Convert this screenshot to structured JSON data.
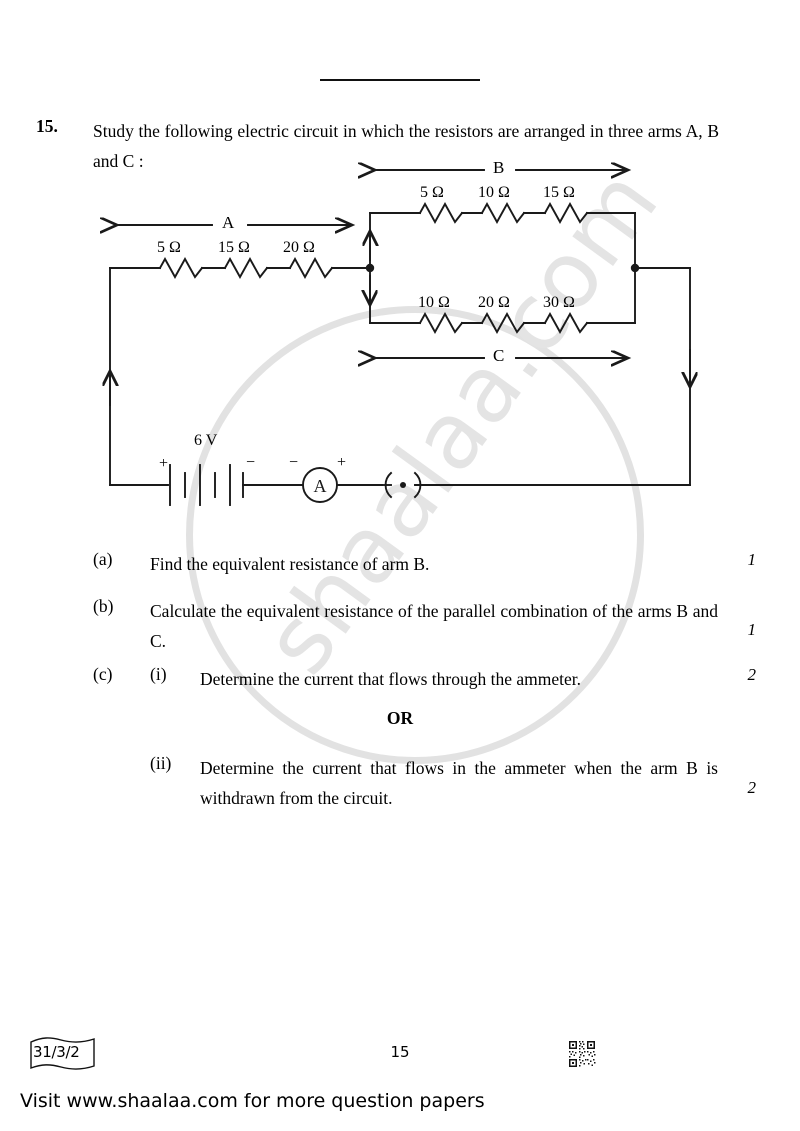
{
  "page": {
    "question_number": "15.",
    "stem": "Study the following electric circuit in which the resistors are arranged in three arms A, B and C :",
    "or_word": "OR"
  },
  "circuit": {
    "arm_a": {
      "label": "A",
      "resistors": [
        "5 Ω",
        "15 Ω",
        "20 Ω"
      ]
    },
    "arm_b": {
      "label": "B",
      "resistors": [
        "5 Ω",
        "10 Ω",
        "15 Ω"
      ]
    },
    "arm_c": {
      "label": "C",
      "resistors": [
        "10 Ω",
        "20 Ω",
        "30 Ω"
      ]
    },
    "battery": {
      "voltage": "6 V",
      "positive_terminal": "+",
      "negative_terminal": "−"
    },
    "ammeter": {
      "symbol": "A",
      "negative_terminal": "−",
      "positive_terminal": "+"
    },
    "switch": {
      "symbol": "( · )"
    }
  },
  "sub_questions": [
    {
      "label": "(a)",
      "roman": "",
      "text": "Find the equivalent resistance of arm B.",
      "marks": "1"
    },
    {
      "label": "(b)",
      "roman": "",
      "text": "Calculate the equivalent resistance of the parallel combination of the arms B and C.",
      "marks": "1"
    },
    {
      "label": "(c)",
      "roman": "(i)",
      "text": "Determine the current that flows through the ammeter.",
      "marks": "2"
    },
    {
      "label": "",
      "roman": "(ii)",
      "text": "Determine the current that flows in the ammeter when the arm B is withdrawn from the circuit.",
      "marks": "2"
    }
  ],
  "footer": {
    "paper_code": "31/3/2",
    "page_number": "15",
    "visit_text": "Visit www.shaalaa.com for more question papers"
  },
  "watermark": {
    "text": "shaalaa.com"
  }
}
